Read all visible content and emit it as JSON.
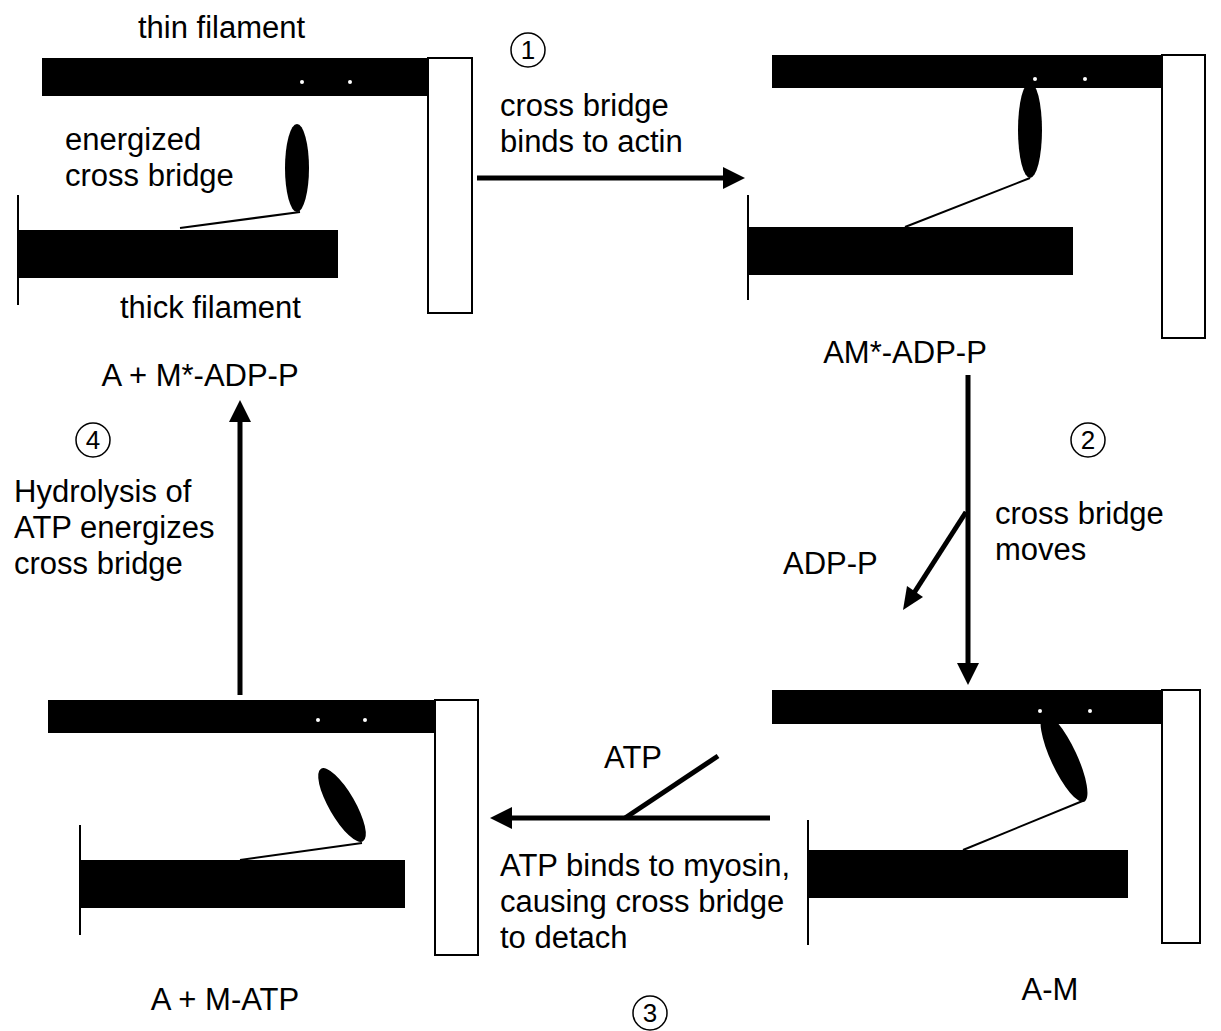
{
  "diagram": {
    "nodes": [
      {
        "text": [
          "A + M*-ADP-P"
        ]
      },
      {
        "text": [
          "AM*-ADP-P"
        ]
      },
      {
        "text": [
          "A-M"
        ]
      },
      {
        "text": [
          "A + M-ATP"
        ]
      }
    ],
    "edges": [
      {
        "from": 0,
        "to": 1,
        "arrow": "to",
        "label": "cross bridge binds to actin"
      },
      {
        "from": 1,
        "to": 2,
        "arrow": "to",
        "label": "cross bridge moves"
      },
      {
        "from": 2,
        "to": 3,
        "arrow": "to",
        "label": "ATP binds to myosin, causing cross bridge to detach"
      },
      {
        "from": 3,
        "to": 0,
        "arrow": "to",
        "label": "Hydrolysis of ATP energizes cross bridge"
      }
    ],
    "labels": [
      "thin filament",
      "energized cross bridge",
      "thick filament",
      "1",
      "2",
      "3",
      "4",
      "ADP-P",
      "ATP"
    ]
  }
}
